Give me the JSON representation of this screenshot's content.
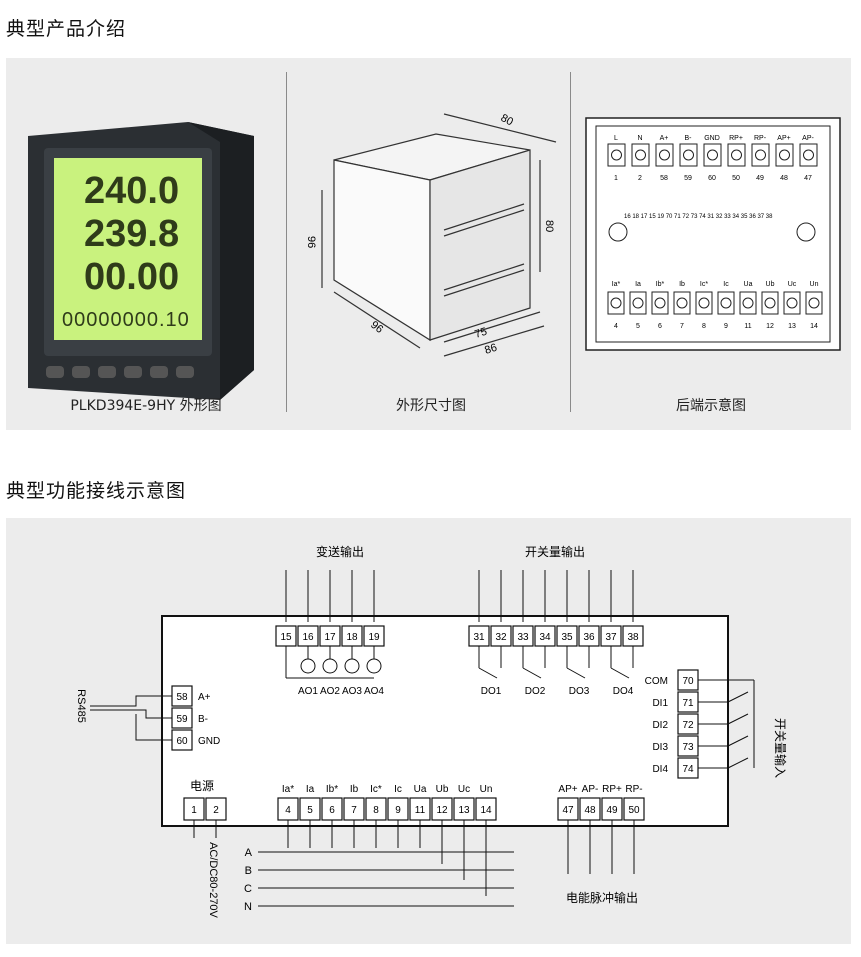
{
  "section1": {
    "title": "典型产品介绍",
    "captions": [
      "PLKD394E-9HY 外形图",
      "外形尺寸图",
      "后端示意图"
    ]
  },
  "product": {
    "lcd_rows": [
      "240.0",
      "239.8",
      "00.00"
    ],
    "lcd_small": "00000000.10"
  },
  "dimensions": {
    "top": "80",
    "height_right": "80",
    "height_left": "96",
    "front_width": "96",
    "depth_a": "75",
    "depth_b": "86"
  },
  "rear": {
    "top_labels": [
      "L",
      "N",
      "A+",
      "B-",
      "GND",
      "RP+",
      "RP-",
      "AP+",
      "AP-"
    ],
    "top_numbers": [
      "1",
      "2",
      "58",
      "59",
      "60",
      "50",
      "49",
      "48",
      "47"
    ],
    "middle_numbers": "16 18 17 15 19 70 71 72 73 74 31 32 33 34 35 36 37 38",
    "bottom_labels": [
      "Ia*",
      "Ia",
      "Ib*",
      "Ib",
      "Ic*",
      "Ic",
      "Ua",
      "Ub",
      "Uc",
      "Un"
    ],
    "bottom_numbers": [
      "4",
      "5",
      "6",
      "7",
      "8",
      "9",
      "11",
      "12",
      "13",
      "14"
    ]
  },
  "section2": {
    "title": "典型功能接线示意图"
  },
  "wiring": {
    "analog_title": "变送输出",
    "switch_out_title": "开关量输出",
    "switch_in_title": "开关量输入",
    "power_title": "电源",
    "power_spec": "AC/DC80-270V",
    "pulse_title": "电能脉冲输出",
    "rs485": "RS485",
    "analog_terms": [
      "15",
      "16",
      "17",
      "18",
      "19"
    ],
    "analog_outputs": [
      "AO1",
      "AO2",
      "AO3",
      "AO4"
    ],
    "do_terms": [
      "31",
      "32",
      "33",
      "34",
      "35",
      "36",
      "37",
      "38"
    ],
    "do_outputs": [
      "DO1",
      "DO2",
      "DO3",
      "DO4"
    ],
    "comm_terms": [
      "58",
      "59",
      "60"
    ],
    "comm_labels": [
      "A+",
      "B-",
      "GND"
    ],
    "di_terms": [
      "70",
      "71",
      "72",
      "73",
      "74"
    ],
    "di_labels": [
      "COM",
      "DI1",
      "DI2",
      "DI3",
      "DI4"
    ],
    "power_terms": [
      "1",
      "2"
    ],
    "meas_labels": [
      "Ia*",
      "Ia",
      "Ib*",
      "Ib",
      "Ic*",
      "Ic",
      "Ua",
      "Ub",
      "Uc",
      "Un"
    ],
    "meas_terms": [
      "4",
      "5",
      "6",
      "7",
      "8",
      "9",
      "11",
      "12",
      "13",
      "14"
    ],
    "pulse_labels": [
      "AP+",
      "AP-",
      "RP+",
      "RP-"
    ],
    "pulse_terms": [
      "47",
      "48",
      "49",
      "50"
    ],
    "phases": [
      "A",
      "B",
      "C",
      "N"
    ]
  }
}
